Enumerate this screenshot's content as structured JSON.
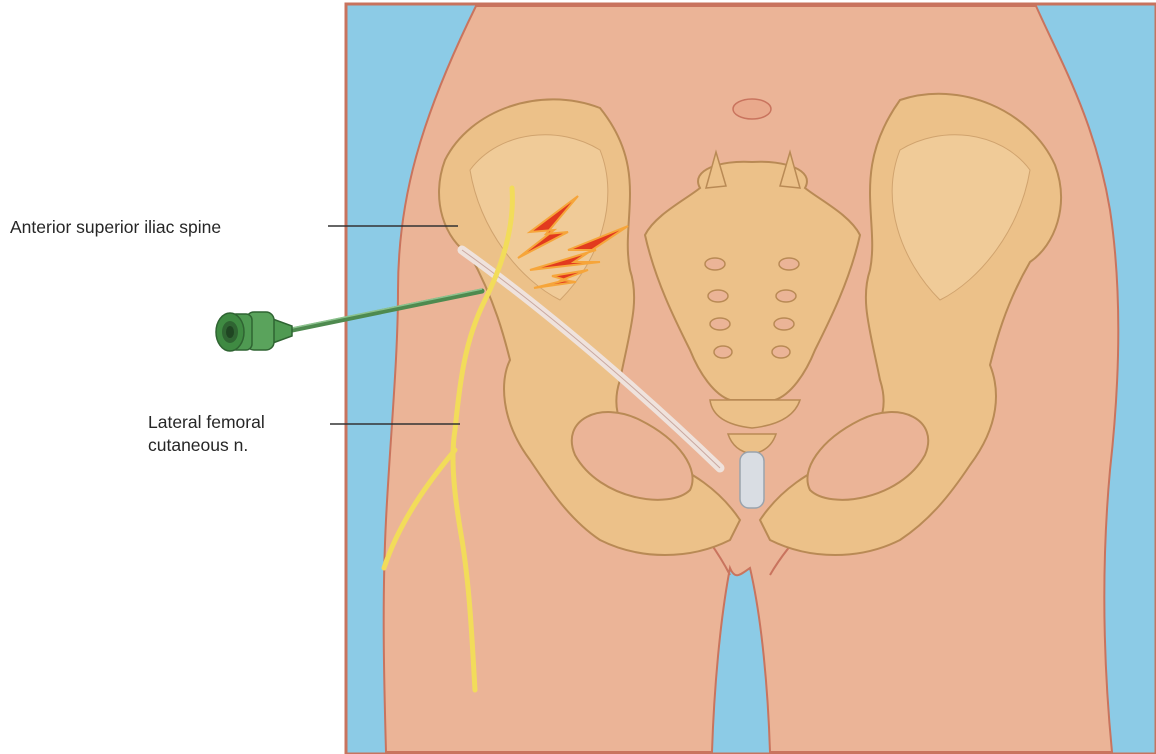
{
  "labels": {
    "anterior_superior_iliac_spine": "Anterior superior iliac spine",
    "lateral_femoral_cutaneous_line1": "Lateral femoral",
    "lateral_femoral_cutaneous_line2": "cutaneous n."
  },
  "colors": {
    "background_blue": "#8ccbe6",
    "skin": "#ebb497",
    "skin_outline": "#c9745e",
    "bone": "#ecc189",
    "bone_outline": "#b98a55",
    "nerve": "#f2dc5a",
    "inguinal_ligament": "#efe2dc",
    "needle_hub": "#4f9a52",
    "pain_red": "#e23a1e",
    "pain_orange": "#f6a53a",
    "leader_line": "#333333"
  },
  "icons": {
    "needle": "needle-icon",
    "pain": "pain-lightning-icon"
  }
}
